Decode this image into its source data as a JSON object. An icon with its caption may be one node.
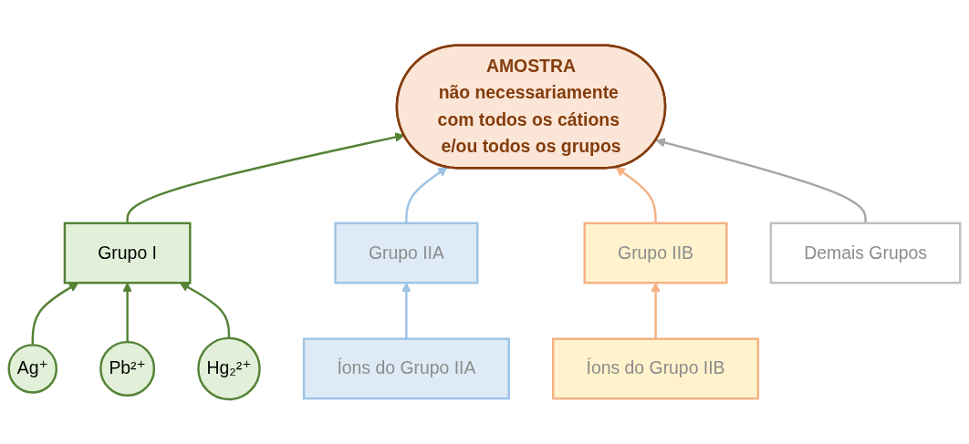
{
  "diagram": {
    "nodes": [
      {
        "text": [
          "AMOSTRA",
          "não necessariamente com todos os cátions e/ou todos os grupos"
        ]
      },
      {
        "text": [
          "Grupo I"
        ]
      },
      {
        "text": [
          "Grupo IIA"
        ]
      },
      {
        "text": [
          "Grupo IIB"
        ]
      },
      {
        "text": [
          "Demais Grupos"
        ]
      },
      {
        "text": [
          "Ag⁺"
        ]
      },
      {
        "text": [
          "Pb²⁺"
        ]
      },
      {
        "text": [
          "Hg₂²⁺"
        ]
      },
      {
        "text": [
          "Íons do Grupo IIA"
        ]
      },
      {
        "text": [
          "Íons do Grupo IIB"
        ]
      }
    ],
    "edges": [
      {
        "from": 1,
        "to": 0,
        "arrow": "to"
      },
      {
        "from": 2,
        "to": 0,
        "arrow": "to",
        "color": "#9dc3e6"
      },
      {
        "from": 3,
        "to": 0,
        "arrow": "to",
        "color": "#f4b183"
      },
      {
        "from": 4,
        "to": 0,
        "arrow": "to",
        "color": "#a6a6a6"
      },
      {
        "from": 5,
        "to": 1,
        "arrow": "to"
      },
      {
        "from": 6,
        "to": 1,
        "arrow": "to"
      },
      {
        "from": 7,
        "to": 1,
        "arrow": "to"
      },
      {
        "from": 8,
        "to": 2,
        "arrow": "to",
        "color": "#9dc3e6"
      },
      {
        "from": 9,
        "to": 3,
        "arrow": "to",
        "color": "#f4b183"
      }
    ]
  }
}
